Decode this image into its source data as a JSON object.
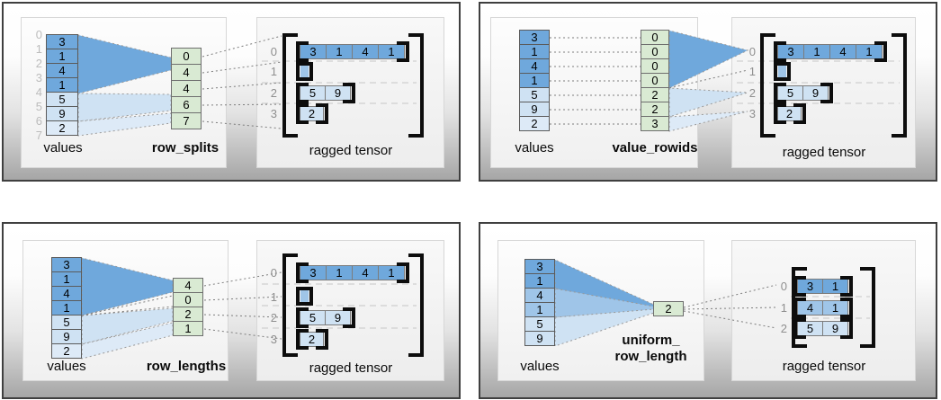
{
  "colors": {
    "cell_dark_blue": "#6fa8dc",
    "cell_medium_blue": "#9fc5e8",
    "cell_light_blue": "#cfe2f3",
    "cell_pale_blue": "#ddeaf7",
    "method_cell_green": "#d9ead3"
  },
  "panels": {
    "row_splits": {
      "values_label": "values",
      "method_label": "row_splits",
      "tensor_label": "ragged tensor",
      "indices": [
        "0",
        "1",
        "2",
        "3",
        "4",
        "5",
        "6",
        "7"
      ],
      "values": [
        "3",
        "1",
        "4",
        "1",
        "5",
        "9",
        "2"
      ],
      "method_values": [
        "0",
        "4",
        "4",
        "6",
        "7"
      ],
      "row_labels": [
        "0",
        "1",
        "2",
        "3"
      ],
      "rows": [
        [
          "3",
          "1",
          "4",
          "1"
        ],
        [],
        [
          "5",
          "9"
        ],
        [
          "2"
        ]
      ]
    },
    "value_rowids": {
      "values_label": "values",
      "method_label": "value_rowids",
      "tensor_label": "ragged tensor",
      "values": [
        "3",
        "1",
        "4",
        "1",
        "5",
        "9",
        "2"
      ],
      "method_values": [
        "0",
        "0",
        "0",
        "0",
        "2",
        "2",
        "3"
      ],
      "row_labels": [
        "0",
        "1",
        "2",
        "3"
      ],
      "rows": [
        [
          "3",
          "1",
          "4",
          "1"
        ],
        [],
        [
          "5",
          "9"
        ],
        [
          "2"
        ]
      ]
    },
    "row_lengths": {
      "values_label": "values",
      "method_label": "row_lengths",
      "tensor_label": "ragged tensor",
      "values": [
        "3",
        "1",
        "4",
        "1",
        "5",
        "9",
        "2"
      ],
      "method_values": [
        "4",
        "0",
        "2",
        "1"
      ],
      "row_labels": [
        "0",
        "1",
        "2",
        "3"
      ],
      "rows": [
        [
          "3",
          "1",
          "4",
          "1"
        ],
        [],
        [
          "5",
          "9"
        ],
        [
          "2"
        ]
      ]
    },
    "uniform_row_length": {
      "values_label": "values",
      "method_label_line1": "uniform_",
      "method_label_line2": "row_length",
      "tensor_label": "ragged tensor",
      "values": [
        "3",
        "1",
        "4",
        "1",
        "5",
        "9"
      ],
      "method_values": [
        "2"
      ],
      "row_labels": [
        "0",
        "1",
        "2"
      ],
      "rows": [
        [
          "3",
          "1"
        ],
        [
          "4",
          "1"
        ],
        [
          "5",
          "9"
        ]
      ]
    }
  }
}
